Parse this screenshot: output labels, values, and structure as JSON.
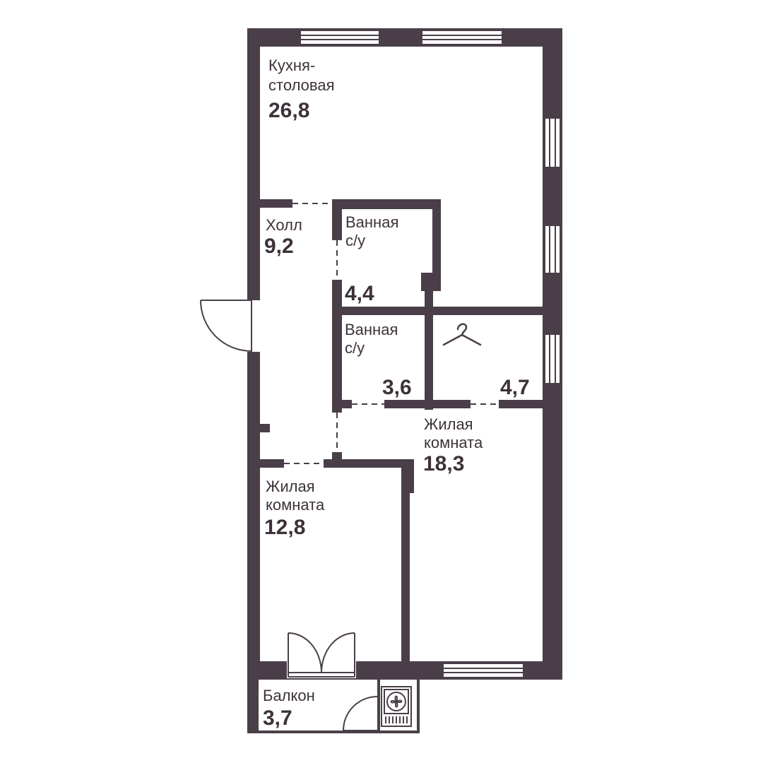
{
  "colors": {
    "wall": "#4a3f48",
    "background": "#ffffff",
    "text": "#3d323a"
  },
  "rooms": [
    {
      "id": "kitchen",
      "name": [
        "Кухня-",
        "столовая"
      ],
      "area": "26,8"
    },
    {
      "id": "hall",
      "name": [
        "Холл"
      ],
      "area": "9,2"
    },
    {
      "id": "bath1",
      "name": [
        "Ванная",
        "с/у"
      ],
      "area": "4,4"
    },
    {
      "id": "bath2",
      "name": [
        "Ванная",
        "с/у"
      ],
      "area": "3,6"
    },
    {
      "id": "wardrobe",
      "name": [],
      "area": "4,7",
      "icon": "hanger-icon"
    },
    {
      "id": "living1",
      "name": [
        "Жилая",
        "комната"
      ],
      "area": "18,3"
    },
    {
      "id": "living2",
      "name": [
        "Жилая",
        "комната"
      ],
      "area": "12,8"
    },
    {
      "id": "balcony",
      "name": [
        "Балкон"
      ],
      "area": "3,7"
    }
  ],
  "icons": [
    "hanger-icon",
    "ventilation-fan-icon",
    "entrance-door-icon",
    "balcony-door-icon"
  ]
}
